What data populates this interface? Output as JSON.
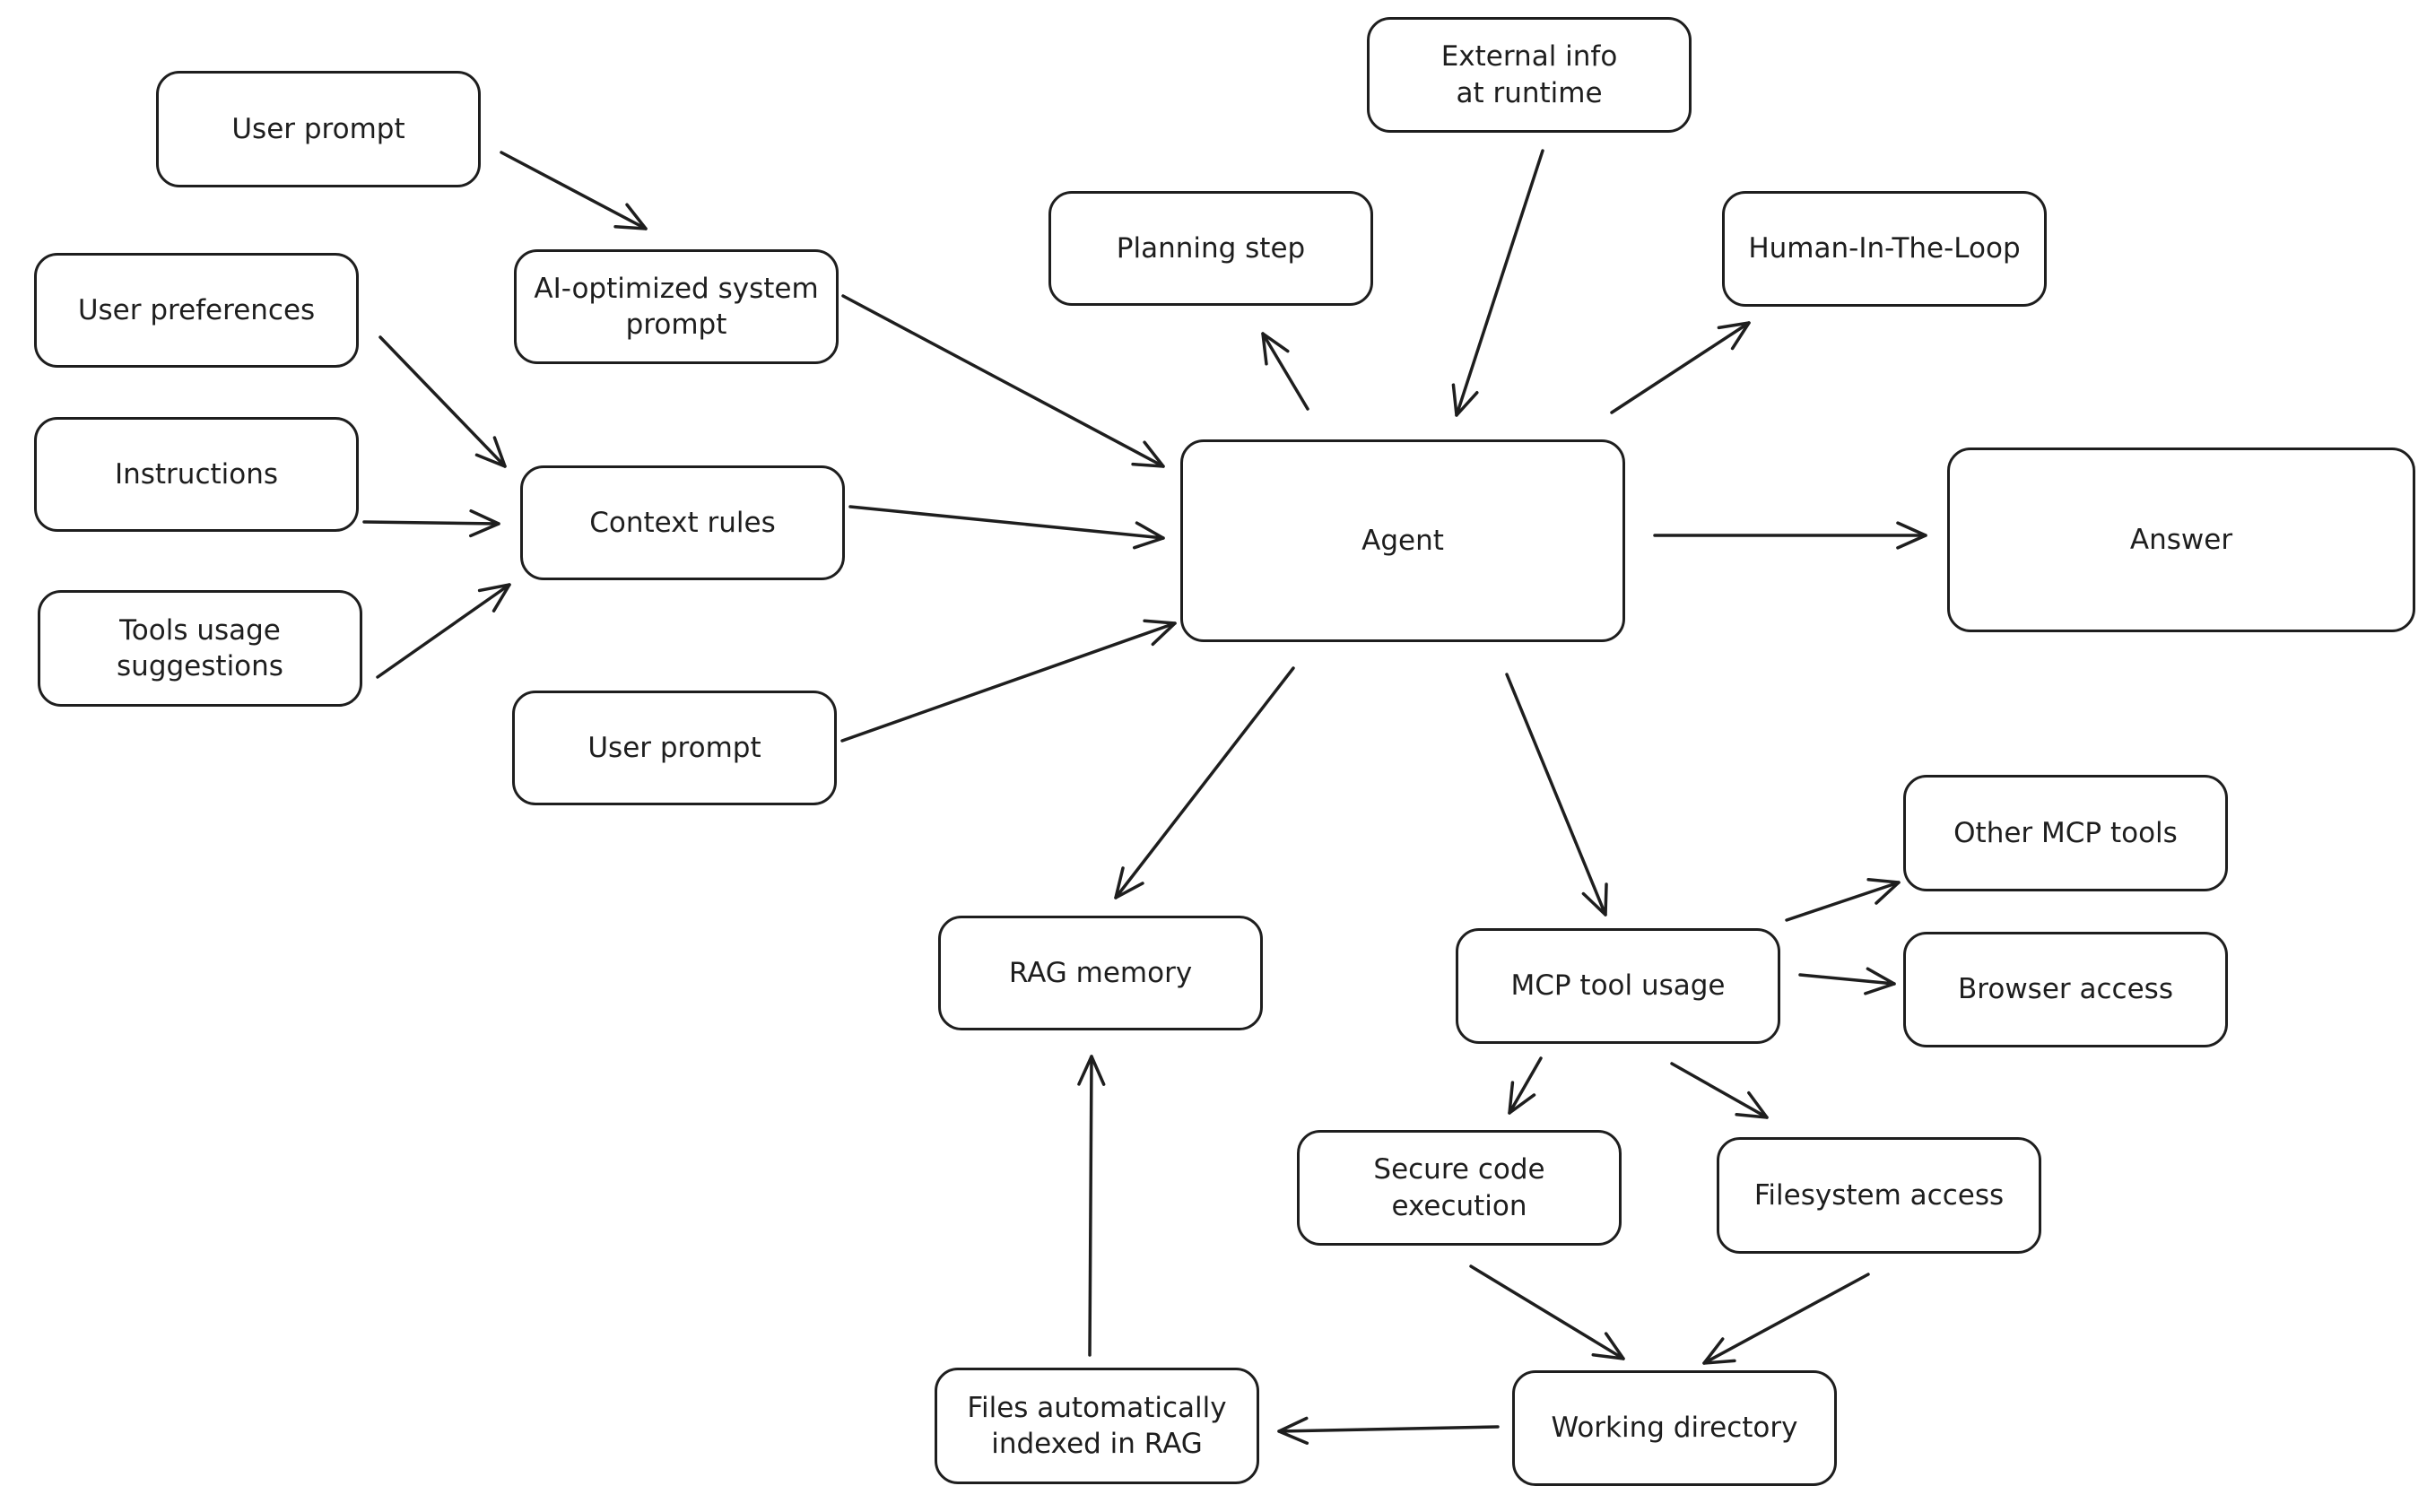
{
  "diagram": {
    "colors": {
      "stroke": "#1e1e1e",
      "fill": "#ffffff"
    },
    "nodes": [
      {
        "id": "user_prompt_top",
        "label": "User prompt"
      },
      {
        "id": "ai_system_prompt",
        "label": "AI-optimized system\nprompt"
      },
      {
        "id": "user_preferences",
        "label": "User preferences"
      },
      {
        "id": "instructions",
        "label": "Instructions"
      },
      {
        "id": "tools_usage",
        "label": "Tools usage\nsuggestions"
      },
      {
        "id": "context_rules",
        "label": "Context rules"
      },
      {
        "id": "user_prompt_bottom",
        "label": "User prompt"
      },
      {
        "id": "planning_step",
        "label": "Planning step"
      },
      {
        "id": "external_info",
        "label": "External info\nat runtime"
      },
      {
        "id": "human_in_loop",
        "label": "Human-In-The-Loop"
      },
      {
        "id": "agent",
        "label": "Agent"
      },
      {
        "id": "answer",
        "label": "Answer"
      },
      {
        "id": "rag_memory",
        "label": "RAG memory"
      },
      {
        "id": "mcp_tool_usage",
        "label": "MCP tool usage"
      },
      {
        "id": "other_mcp_tools",
        "label": "Other MCP tools"
      },
      {
        "id": "browser_access",
        "label": "Browser access"
      },
      {
        "id": "secure_code",
        "label": "Secure code execution"
      },
      {
        "id": "filesystem_access",
        "label": "Filesystem access"
      },
      {
        "id": "working_directory",
        "label": "Working directory"
      },
      {
        "id": "files_indexed",
        "label": "Files automatically\nindexed in RAG"
      }
    ],
    "edges": [
      {
        "from": "user_prompt_top",
        "to": "ai_system_prompt"
      },
      {
        "from": "ai_system_prompt",
        "to": "agent"
      },
      {
        "from": "user_preferences",
        "to": "context_rules"
      },
      {
        "from": "instructions",
        "to": "context_rules"
      },
      {
        "from": "tools_usage",
        "to": "context_rules"
      },
      {
        "from": "context_rules",
        "to": "agent"
      },
      {
        "from": "user_prompt_bottom",
        "to": "agent"
      },
      {
        "from": "agent",
        "to": "planning_step"
      },
      {
        "from": "external_info",
        "to": "agent"
      },
      {
        "from": "agent",
        "to": "human_in_loop"
      },
      {
        "from": "agent",
        "to": "answer"
      },
      {
        "from": "agent",
        "to": "rag_memory"
      },
      {
        "from": "agent",
        "to": "mcp_tool_usage"
      },
      {
        "from": "mcp_tool_usage",
        "to": "other_mcp_tools"
      },
      {
        "from": "mcp_tool_usage",
        "to": "browser_access"
      },
      {
        "from": "mcp_tool_usage",
        "to": "secure_code"
      },
      {
        "from": "mcp_tool_usage",
        "to": "filesystem_access"
      },
      {
        "from": "secure_code",
        "to": "working_directory"
      },
      {
        "from": "filesystem_access",
        "to": "working_directory"
      },
      {
        "from": "working_directory",
        "to": "files_indexed"
      },
      {
        "from": "files_indexed",
        "to": "rag_memory"
      }
    ]
  }
}
